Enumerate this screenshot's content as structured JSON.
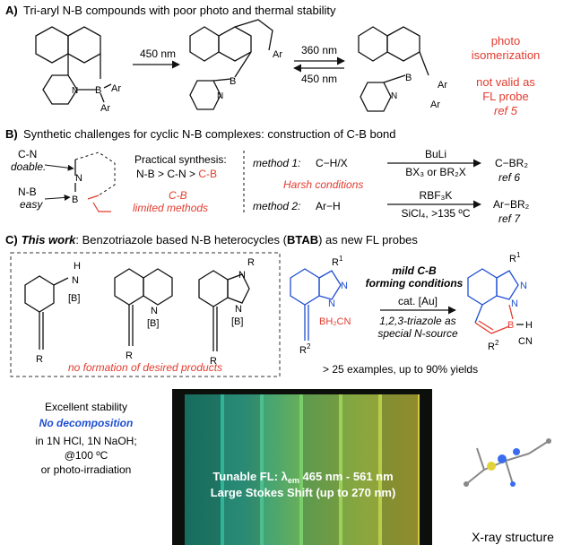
{
  "colors": {
    "red": "#e33b2e",
    "blue": "#1f4fd1",
    "photo_bg": "#0d0f0d"
  },
  "sectionA": {
    "title_letter": "A)",
    "title_text": "Tri-aryl N-B compounds with poor photo and thermal stability",
    "arrow1_label": "450 nm",
    "arrow2_top": "360 nm",
    "arrow2_bottom": "450 nm",
    "side1_line1": "photo",
    "side1_line2": "isomerization",
    "side2_line1": "not valid as",
    "side2_line2": "FL probe",
    "side2_ref": "ref 5"
  },
  "sectionB": {
    "title_letter": "B)",
    "title_text": "Synthetic challenges for cyclic N-B complexes: construction of C-B bond",
    "cn": "C-N",
    "cn_note": "doable.",
    "nb": "N-B",
    "nb_note": "easy",
    "practical": "Practical synthesis:",
    "order_black": "N-B > C-N > ",
    "order_red": "C-B",
    "cb_label": "C-B",
    "cb_note": "limited methods",
    "method1_label": "method 1:",
    "method1_sub": "C−H/X",
    "harsh": "Harsh conditions",
    "method2_label": "method 2:",
    "method2_sub": "Ar−H",
    "m1_reagent_top": "BuLi",
    "m1_reagent_bottom": "BX₃ or BR₂X",
    "m1_product": "C−BR₂",
    "m1_ref": "ref  6",
    "m2_reagent_top": "RBF₃K",
    "m2_reagent_bottom": "SiCl₄, >135 ºC",
    "m2_product": "Ar−BR₂",
    "m2_ref": "ref 7"
  },
  "sectionC": {
    "title_letter": "C)",
    "title_italic": "This work",
    "title_text": ": Benzotriazole based N-B heterocycles (",
    "title_bold": "BTAB",
    "title_end": ") as new FL probes",
    "no_formation": "no formation of desired products",
    "mild1": "mild C-B",
    "mild2": "forming conditions",
    "catalyst": "cat. [Au]",
    "triazole1": "1,2,3-triazole as",
    "triazole2": "special N-source",
    "examples": "> 25 examples, up to 90% yields",
    "atoms": {
      "R": "R",
      "R1": "R",
      "sup1": "1",
      "R2": "R",
      "sup2": "2",
      "N": "N",
      "H": "H",
      "B": "[B]",
      "BH2CN": "BH₂CN",
      "CN": "CN",
      "Bl": "B"
    }
  },
  "bottom": {
    "excellent": "Excellent stability",
    "no_decomp": "No decomposition",
    "cond1": "in 1N HCl, 1N NaOH;",
    "cond2": "@100 ºC",
    "cond3": "or photo-irradiation",
    "photo_line1_a": "Tunable FL:  λ",
    "photo_line1_sub": "em",
    "photo_line1_b": " 465 nm - 561 nm",
    "photo_line2": "Large Stokes Shift (up to 270 nm)",
    "xray": "X-ray structure"
  }
}
